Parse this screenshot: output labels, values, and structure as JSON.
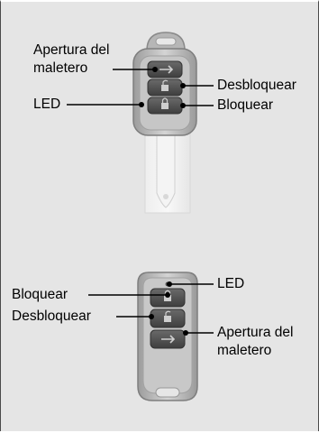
{
  "diagram": {
    "top_key": {
      "labels": {
        "trunk_line1": "Apertura del",
        "trunk_line2": "maletero",
        "led": "LED",
        "unlock": "Desbloquear",
        "lock": "Bloquear"
      }
    },
    "bottom_key": {
      "labels": {
        "led": "LED",
        "lock": "Bloquear",
        "unlock": "Desbloquear",
        "trunk_line1": "Apertura del",
        "trunk_line2": "maletero"
      }
    }
  }
}
